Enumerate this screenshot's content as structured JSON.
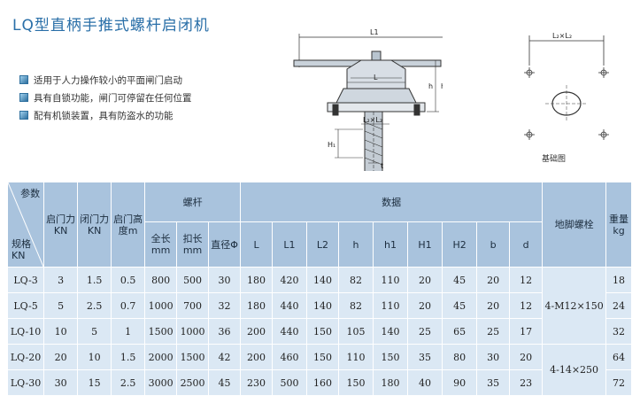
{
  "title": "LQ型直柄手推式螺杆启闭机",
  "features": [
    "适用于人力操作较小的平面闸门启动",
    "具有自锁功能，闸门可停留在任何位置",
    "配有机锁装置，具有防盗水的功能"
  ],
  "drawing": {
    "L1": "L1",
    "L": "L",
    "L2xL2": "L₂×L₂",
    "h": "h",
    "h1": "h",
    "H1": "H₁",
    "t": "t"
  },
  "base": {
    "label": "L₂×L₂",
    "caption": "基础图"
  },
  "table": {
    "corner_top": "参数",
    "corner_bottom": "规格\nKN",
    "col_open": "启门力KN",
    "col_close": "闭门力KN",
    "col_height": "启门高度m",
    "group_screw": "螺杆",
    "group_data": "数据",
    "col_anchor": "地脚螺栓",
    "col_weight": "重量kg",
    "col_total_len": "全长mm",
    "col_thread_len": "扣长mm",
    "col_diam": "直径Φ",
    "data_cols": [
      "L",
      "L1",
      "L2",
      "h",
      "h1",
      "H1",
      "H2",
      "b",
      "d"
    ],
    "rows": [
      [
        "LQ-3",
        "3",
        "1.5",
        "0.5",
        "800",
        "500",
        "30",
        "180",
        "420",
        "140",
        "82",
        "110",
        "20",
        "45",
        "20",
        "12",
        "18"
      ],
      [
        "LQ-5",
        "5",
        "2.5",
        "0.7",
        "1000",
        "700",
        "32",
        "180",
        "440",
        "140",
        "82",
        "110",
        "20",
        "45",
        "20",
        "12",
        "24"
      ],
      [
        "LQ-10",
        "10",
        "5",
        "1",
        "1500",
        "1000",
        "36",
        "200",
        "440",
        "150",
        "105",
        "140",
        "25",
        "65",
        "25",
        "17",
        "32"
      ],
      [
        "LQ-20",
        "20",
        "10",
        "1.5",
        "2000",
        "1500",
        "42",
        "200",
        "460",
        "150",
        "110",
        "150",
        "35",
        "80",
        "30",
        "20",
        "64"
      ],
      [
        "LQ-30",
        "30",
        "15",
        "2.5",
        "3000",
        "2500",
        "45",
        "230",
        "500",
        "160",
        "150",
        "180",
        "40",
        "90",
        "35",
        "23",
        "72"
      ]
    ],
    "anchor_1": "4-M12×150",
    "anchor_2": "4-14×250"
  }
}
